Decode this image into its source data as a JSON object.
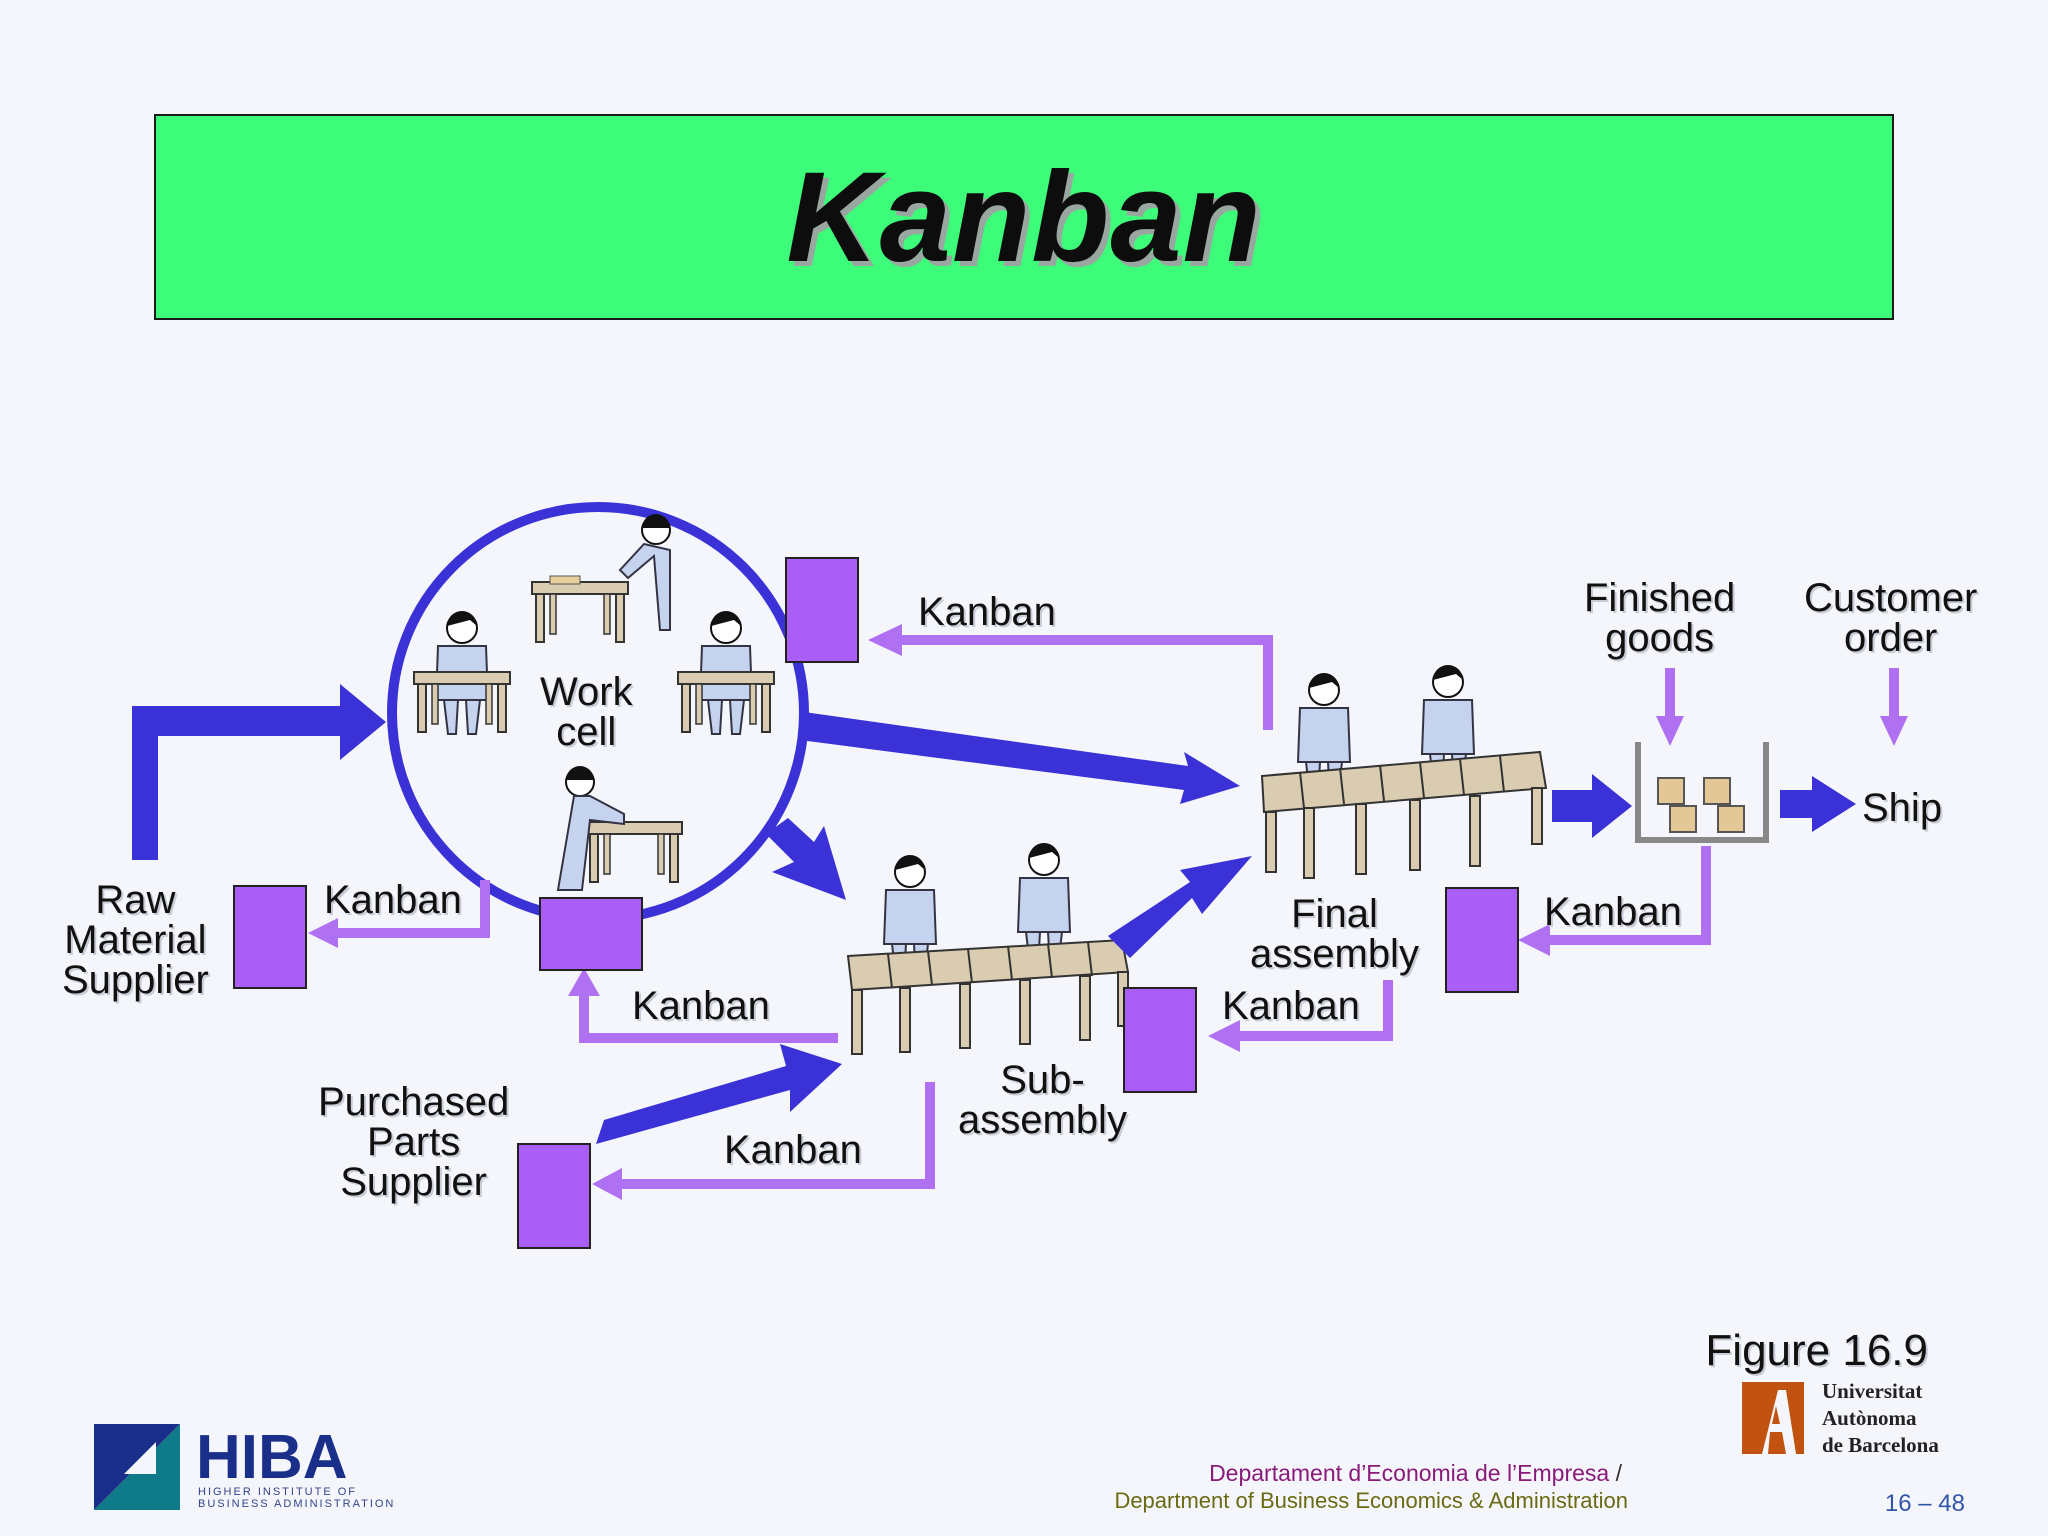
{
  "title": "Kanban",
  "labels": {
    "work_cell_line1": "Work",
    "work_cell_line2": "cell",
    "raw_material_line1": "Raw",
    "raw_material_line2": "Material",
    "raw_material_line3": "Supplier",
    "purchased_line1": "Purchased",
    "purchased_line2": "Parts",
    "purchased_line3": "Supplier",
    "subassembly_line1": "Sub-",
    "subassembly_line2": "assembly",
    "final_line1": "Final",
    "final_line2": "assembly",
    "finished_line1": "Finished",
    "finished_line2": "goods",
    "customer_line1": "Customer",
    "customer_line2": "order",
    "ship": "Ship"
  },
  "kanban_labels": {
    "top": "Kanban",
    "raw_material": "Kanban",
    "work_cell_return": "Kanban",
    "purchased": "Kanban",
    "subassembly": "Kanban",
    "finished": "Kanban"
  },
  "figure_label": "Figure 16.9",
  "footer": {
    "hiba_name": "HIBA",
    "hiba_sub_line1": "HIGHER INSTITUTE OF",
    "hiba_sub_line2": "BUSINESS ADMINISTRATION",
    "uab_line1": "Universitat",
    "uab_line2": "Autònoma",
    "uab_line3": "de Barcelona",
    "dept_catalan": "Departament d’Economia de l’Empresa",
    "dept_slash": "/",
    "dept_english": "Department of Business Economics & Administration",
    "page_number": "16 – 48"
  },
  "colors": {
    "title_bg": "#3dfc7a",
    "flow_arrow": "#3a32d6",
    "kanban_arrow": "#b070f2",
    "kanban_card": "#a95ff7",
    "circle": "#3a32d6"
  }
}
